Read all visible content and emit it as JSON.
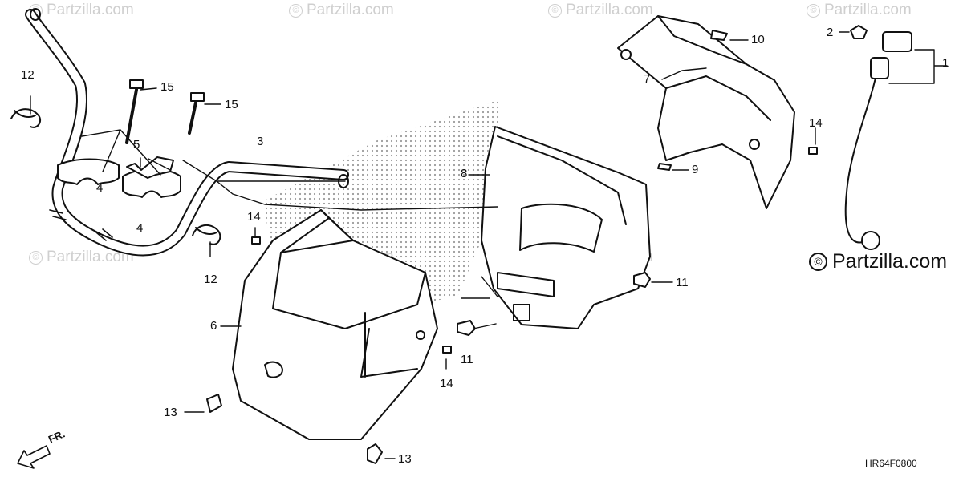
{
  "watermark": {
    "symbol": "©",
    "text": "Partzilla.com"
  },
  "diagram_code": "HR64F0800",
  "front_label": "FR.",
  "callouts": {
    "c1": "1",
    "c2": "2",
    "c3": "3",
    "c4a": "4",
    "c4b": "4",
    "c5": "5",
    "c6": "6",
    "c7": "7",
    "c8": "8",
    "c9": "9",
    "c10": "10",
    "c11a": "11",
    "c11b": "11",
    "c12a": "12",
    "c12b": "12",
    "c13a": "13",
    "c13b": "13",
    "c14a": "14",
    "c14b": "14",
    "c14c": "14",
    "c15a": "15",
    "c15b": "15"
  },
  "colors": {
    "line": "#111111",
    "fill": "#ffffff",
    "dots": "#9a9a9a",
    "watermark": "#cfcfcf"
  },
  "icons": {
    "front_arrow": "front-arrow-icon"
  }
}
